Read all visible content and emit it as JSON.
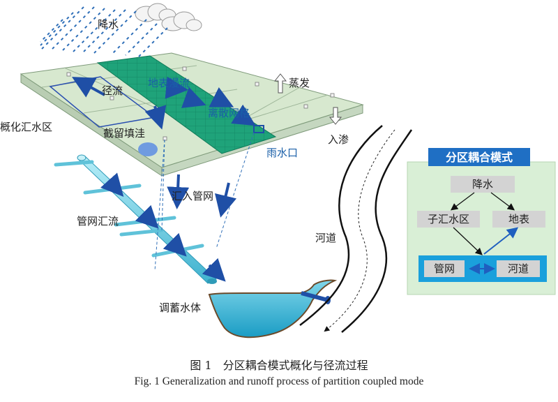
{
  "labels": {
    "rainfall": "降水",
    "runoff": "径流",
    "surface_overland_flow": "地表漫流",
    "evaporation": "蒸发",
    "discrete_grid": "离散网格",
    "generalized_catchment": "概化汇水区",
    "retention_filling": "截留填洼",
    "infiltration": "入渗",
    "rain_inlet": "雨水口",
    "into_pipe_network": "汇入管网",
    "pipe_network_flow": "管网汇流",
    "river_channel": "河道",
    "storage_water_body": "调蓄水体"
  },
  "panel": {
    "title": "分区耦合模式",
    "rainfall": "降水",
    "sub_catchment": "子汇水区",
    "surface": "地表",
    "pipe_network": "管网",
    "river": "河道"
  },
  "caption": {
    "cn": "图 1　分区耦合模式概化与径流过程",
    "en": "Fig. 1   Generalization and runoff process of partition coupled mode"
  },
  "colors": {
    "plate": "#d7e8cf",
    "grid_strip": "#1fa37a",
    "arrow_blue": "#1f4fa6",
    "pipe": "#7fd3e6",
    "water": "#38b6d6",
    "panel_bg": "#d9efd6",
    "panel_title_bg": "#1f6fc4",
    "pipe_row_bg": "#1aa0dc"
  }
}
